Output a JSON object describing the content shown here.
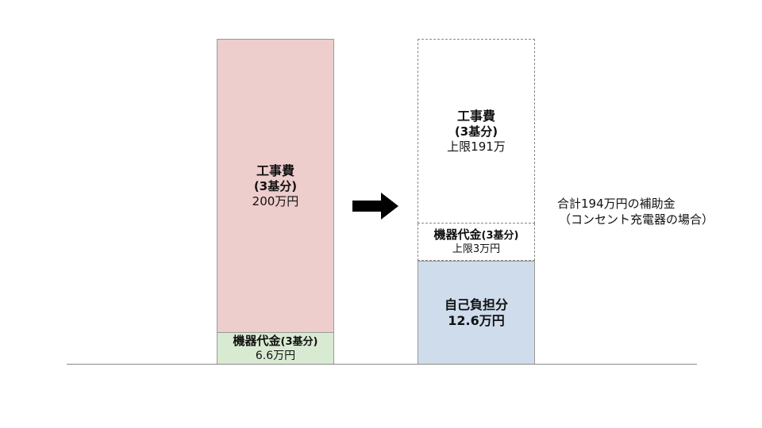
{
  "left": {
    "construction": {
      "title": "工事費",
      "count": "(3基分)",
      "amount": "200万円",
      "color": "#eecdcd"
    },
    "equipment": {
      "title": "機器代金",
      "count": "(3基分)",
      "amount": "6.6万円",
      "color": "#d9ead3"
    }
  },
  "right": {
    "construction": {
      "title": "工事費",
      "count": "(3基分)",
      "limit": "上限191万"
    },
    "equipment": {
      "title": "機器代金",
      "count": "(3基分)",
      "limit": "上限3万円"
    },
    "self_pay": {
      "title": "自己負担分",
      "amount": "12.6万円",
      "color": "#cfdceb"
    }
  },
  "arrow": {
    "icon": "right-arrow-icon",
    "color": "#000000"
  },
  "note": {
    "line1": "合計194万円の補助金",
    "line2": "（コンセント充電器の場合）"
  }
}
